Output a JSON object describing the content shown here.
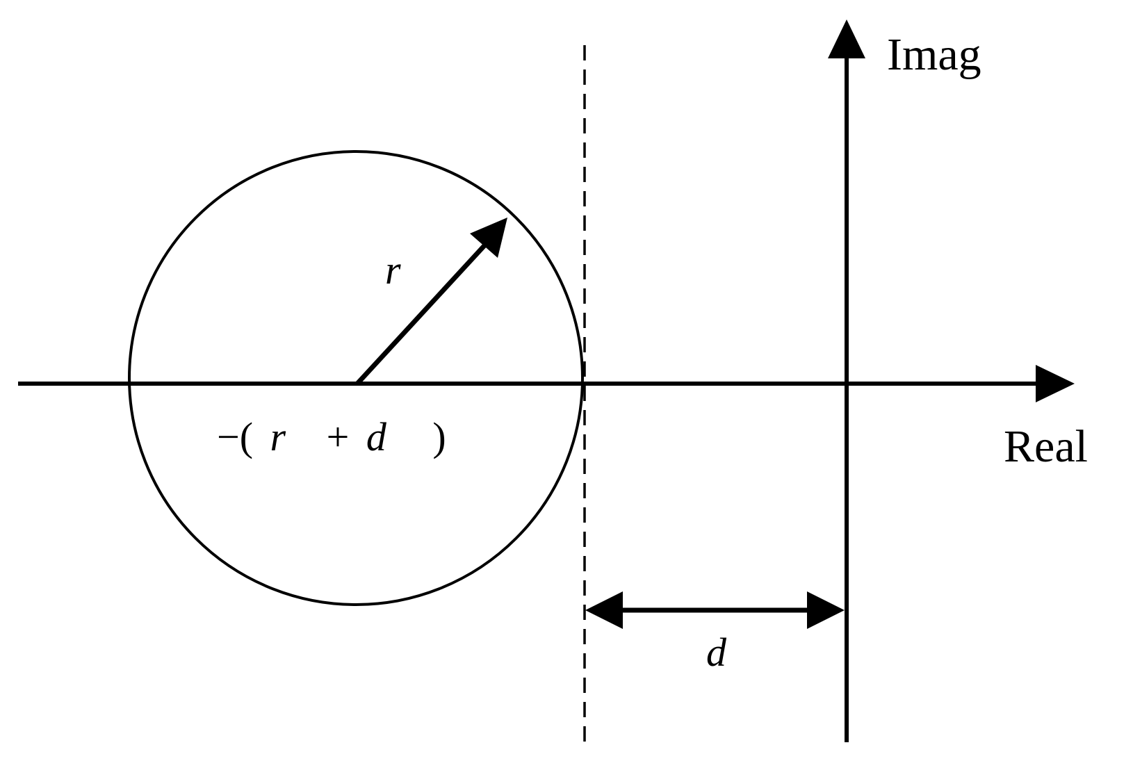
{
  "diagram": {
    "axes": {
      "real_label": "Real",
      "imag_label": "Imag"
    },
    "labels": {
      "radius": "r",
      "distance": "d",
      "center_expression": {
        "minus_paren": "−(",
        "r": "r",
        "plus": "+",
        "d": "d",
        "close_paren": ")"
      }
    },
    "colors": {
      "stroke": "#000000",
      "background": "#ffffff"
    }
  }
}
